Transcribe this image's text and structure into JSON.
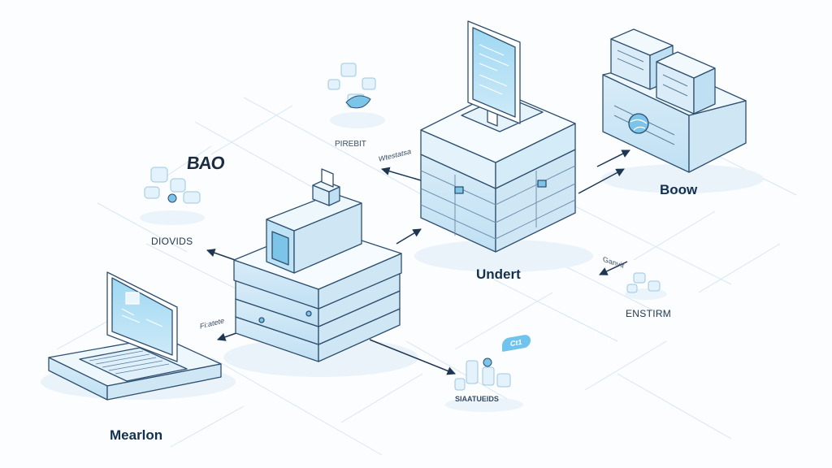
{
  "labels": {
    "mearlon": "Mearlon",
    "undert": "Undert",
    "boow": "Boow",
    "bao": "BAO",
    "diovids": "DIOVIDS",
    "enstirm": "ENSTIRM",
    "pirebit": "PIREBIT",
    "small_center": "Wtestatsa",
    "small_left": "Fi:atete",
    "small_right": "Ganvir",
    "badge": "Ct1",
    "bottom_cluster": "SIAATUEIDS"
  },
  "colors": {
    "primary_blue": "#7cc4e8",
    "light_blue": "#e6f3fb",
    "outline": "#2f4f6f",
    "arrow": "#1e3650"
  }
}
